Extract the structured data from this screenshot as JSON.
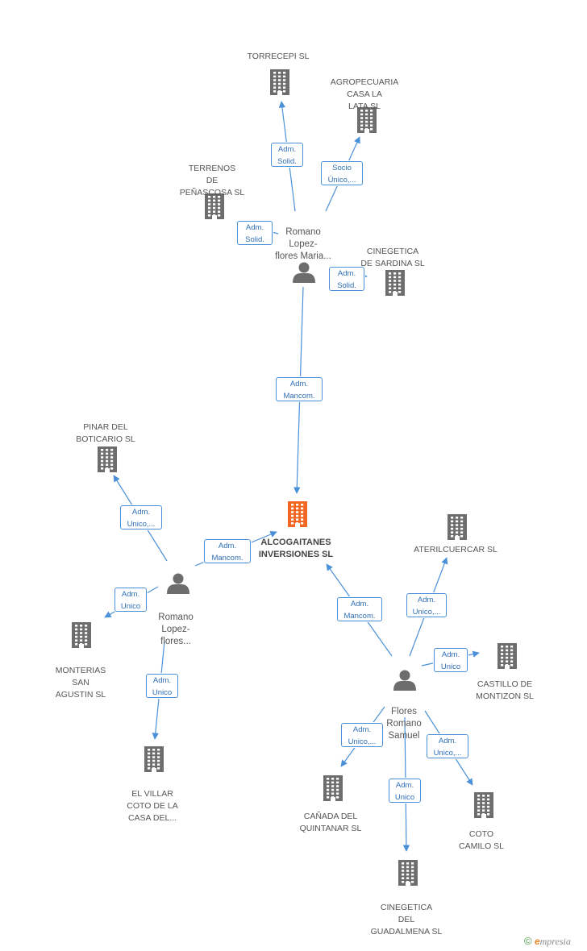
{
  "colors": {
    "edge": "#4a90d9",
    "building": "#6d6d6d",
    "main_building": "#f26522",
    "person": "#6d6d6d"
  },
  "nodes": [
    {
      "id": "alcogaitanes",
      "kind": "main",
      "label": "ALCOGAITANES\nINVERSIONES SL"
    },
    {
      "id": "torrecepi",
      "kind": "company",
      "label": "TORRECEPI SL"
    },
    {
      "id": "agropecuaria",
      "kind": "company",
      "label": "AGROPECUARIA\nCASA LA\nLATA SL"
    },
    {
      "id": "terrenos",
      "kind": "company",
      "label": "TERRENOS\nDE\nPEÑASCOSA SL"
    },
    {
      "id": "cinegetica_sardina",
      "kind": "company",
      "label": "CINEGETICA\nDE SARDINA SL"
    },
    {
      "id": "romano_maria",
      "kind": "person",
      "label": "Romano\nLopez-\nflores Maria..."
    },
    {
      "id": "pinar",
      "kind": "company",
      "label": "PINAR DEL\nBOTICARIO SL"
    },
    {
      "id": "romano_lopez",
      "kind": "person",
      "label": "Romano\nLopez-\nflores..."
    },
    {
      "id": "monterias",
      "kind": "company",
      "label": "MONTERIAS\nSAN\nAGUSTIN SL"
    },
    {
      "id": "villar",
      "kind": "company",
      "label": "EL VILLAR\nCOTO DE LA\nCASA DEL..."
    },
    {
      "id": "aterilcuercar",
      "kind": "company",
      "label": "ATERILCUERCAR SL"
    },
    {
      "id": "castillo",
      "kind": "company",
      "label": "CASTILLO DE\nMONTIZON SL"
    },
    {
      "id": "flores",
      "kind": "person",
      "label": "Flores\nRomano\nSamuel"
    },
    {
      "id": "canada",
      "kind": "company",
      "label": "CAÑADA DEL\nQUINTANAR SL"
    },
    {
      "id": "coto_camilo",
      "kind": "company",
      "label": "COTO\nCAMILO SL"
    },
    {
      "id": "cinegetica_guadalmena",
      "kind": "company",
      "label": "CINEGETICA\nDEL\nGUADALMENA SL"
    }
  ],
  "edges": [
    {
      "from": "romano_maria",
      "to": "torrecepi",
      "label": "Adm.\nSolid."
    },
    {
      "from": "romano_maria",
      "to": "agropecuaria",
      "label": "Socio\nÚnico,..."
    },
    {
      "from": "romano_maria",
      "to": "terrenos",
      "label": "Adm.\nSolid."
    },
    {
      "from": "romano_maria",
      "to": "cinegetica_sardina",
      "label": "Adm.\nSolid."
    },
    {
      "from": "romano_maria",
      "to": "alcogaitanes",
      "label": "Adm.\nMancom."
    },
    {
      "from": "romano_lopez",
      "to": "pinar",
      "label": "Adm.\nUnico,..."
    },
    {
      "from": "romano_lopez",
      "to": "alcogaitanes",
      "label": "Adm.\nMancom."
    },
    {
      "from": "romano_lopez",
      "to": "monterias",
      "label": "Adm.\nUnico"
    },
    {
      "from": "romano_lopez",
      "to": "villar",
      "label": "Adm.\nUnico"
    },
    {
      "from": "flores",
      "to": "alcogaitanes",
      "label": "Adm.\nMancom."
    },
    {
      "from": "flores",
      "to": "aterilcuercar",
      "label": "Adm.\nUnico,..."
    },
    {
      "from": "flores",
      "to": "castillo",
      "label": "Adm.\nUnico"
    },
    {
      "from": "flores",
      "to": "canada",
      "label": "Adm.\nUnico,..."
    },
    {
      "from": "flores",
      "to": "coto_camilo",
      "label": "Adm.\nUnico,..."
    },
    {
      "from": "flores",
      "to": "cinegetica_guadalmena",
      "label": "Adm.\nUnico"
    }
  ],
  "footer": {
    "copyright_symbol": "©",
    "brand_initial": "e",
    "brand_rest": "mpresia"
  }
}
